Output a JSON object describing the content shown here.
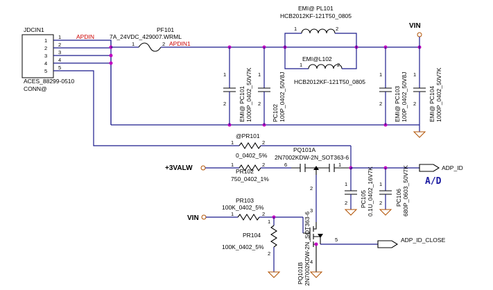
{
  "connector": {
    "ref": "JDCIN1",
    "part": "ACES_88299-0510",
    "option": "CONN@",
    "pins": [
      "1",
      "2",
      "3",
      "4",
      "5"
    ],
    "pin_labels": [
      "1",
      "2",
      "3",
      "4",
      "5"
    ]
  },
  "nets": {
    "apdin": "APDIN",
    "apdin1": "APDIN1",
    "vin": "VIN",
    "valw": "+3VALW",
    "vin2": "VIN",
    "adp_id": "ADP_ID",
    "adp_id_close": "ADP_ID_CLOSE",
    "ad_label": "A/D"
  },
  "fuse": {
    "ref": "PF101",
    "value": "7A_24VDC_429007.WRML",
    "pin1": "1",
    "pin2": "2"
  },
  "inductors": [
    {
      "ref": "EMI@ PL101",
      "value": "HCB2012KF-121T50_0805",
      "pin1": "1",
      "pin2": "2"
    },
    {
      "ref": "EMI@L102",
      "value": "HCB2012KF-121T50_0805",
      "pin1": "1",
      "pin2": "2"
    }
  ],
  "caps": [
    {
      "ref": "EMI@ PC101",
      "value": "1000P_0402_50V7K",
      "pin1": "1",
      "pin2": "2"
    },
    {
      "ref": "PC102",
      "value": "100P_0402_50V8J",
      "pin1": "1",
      "pin2": "2"
    },
    {
      "ref": "EMI@ PC103",
      "value": "100P_0402_50V8J",
      "pin1": "1",
      "pin2": "2"
    },
    {
      "ref": "EMI@ PC104",
      "value": "1000P_0402_50V7K",
      "pin1": "1",
      "pin2": "2"
    },
    {
      "ref": "PC105",
      "value": "0.1U_0402_16V7K",
      "pin1": "1",
      "pin2": "2"
    },
    {
      "ref": "PC106",
      "value": "680P_0603_50V7K",
      "pin1": "1",
      "pin2": "2"
    }
  ],
  "resistors": [
    {
      "ref": "@PR101",
      "value": "0_0402_5%",
      "pin1": "1",
      "pin2": "2"
    },
    {
      "ref": "PR102",
      "value": "750_0402_1%",
      "pin1": "1",
      "pin2": "2"
    },
    {
      "ref": "PR103",
      "value": "100K_0402_5%",
      "pin1": "1",
      "pin2": "2"
    },
    {
      "ref": "PR104",
      "value": "100K_0402_5%",
      "pin1": "1",
      "pin2": "2"
    }
  ],
  "mosfets": [
    {
      "ref": "PQ101A",
      "value": "2N7002KDW-2N_SOT363-6",
      "pins": [
        "6",
        "1",
        "2"
      ]
    },
    {
      "ref": "PQ101B",
      "value": "2N7002KDW-2N_SOT363-6",
      "pins": [
        "3",
        "5",
        "4"
      ]
    }
  ]
}
